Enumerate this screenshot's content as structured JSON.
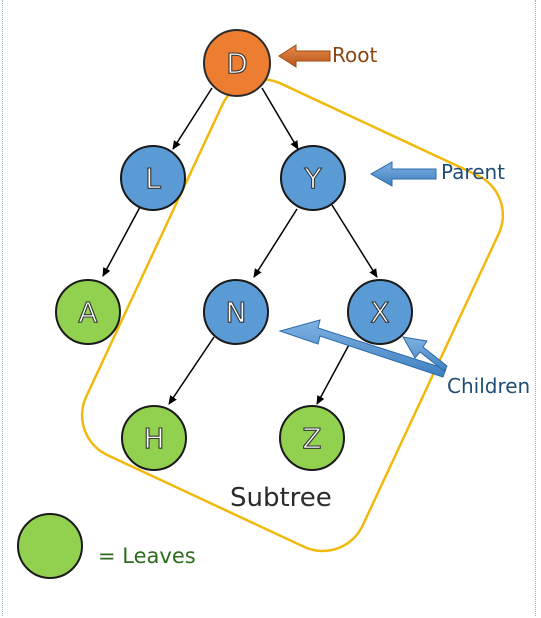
{
  "colors": {
    "root_fill": "#ed7d31",
    "internal_fill": "#5b9bd5",
    "leaf_fill": "#92d050",
    "subtree_outline": "#f2b90d",
    "edge": "#000000"
  },
  "nodes": {
    "d": "D",
    "l": "L",
    "y": "Y",
    "a": "A",
    "n": "N",
    "x": "X",
    "h": "H",
    "z": "Z"
  },
  "annotations": {
    "root": "Root",
    "parent": "Parent",
    "children": "Children",
    "subtree": "Subtree",
    "leaves": "= Leaves"
  },
  "edges": [
    [
      "D",
      "L"
    ],
    [
      "D",
      "Y"
    ],
    [
      "L",
      "A"
    ],
    [
      "Y",
      "N"
    ],
    [
      "Y",
      "X"
    ],
    [
      "N",
      "H"
    ],
    [
      "X",
      "Z"
    ]
  ]
}
